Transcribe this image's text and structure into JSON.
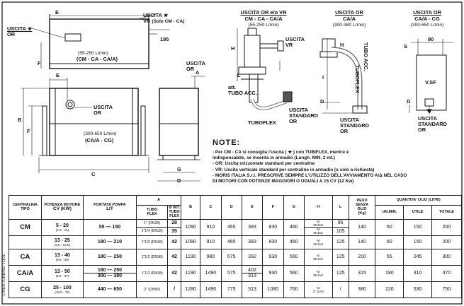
{
  "drawing": {
    "labels": {
      "uscita_or_left": "USCITA ★\nOR",
      "uscita_vr": "USCITA ★\nVR",
      "vr_note": "(Solo CM - CA)",
      "dim_195": "195",
      "flow_top": "(55-250 L/min)",
      "flow_top_models": "(CM - CA - CA/A)",
      "uscita_or_right_side": "USCITA\nOR",
      "uscita_or_front": "USCITA\nOR",
      "flow_bottom": "(300-650 L/min)",
      "flow_bottom_models": "(CA/A - CG)",
      "E": "E",
      "F": "F",
      "A": "A",
      "B": "B",
      "C": "C",
      "G": "G",
      "D": "D",
      "H": "H",
      "I": "I",
      "L": "L"
    },
    "details": [
      {
        "title": "USCITA OR e/o VR",
        "models": "CM - CA - CA/A",
        "range": "(55-250 L/min)"
      },
      {
        "title": "USCITA OR",
        "models": "CA/A",
        "range": "(300-380 L/min)"
      },
      {
        "title": "USCITA OR",
        "models": "CA/A - CG",
        "range": "(300-650 L/min)"
      }
    ],
    "detail_labels": {
      "h_and_l": "H",
      "att_tubo": "att.\nTUBO ACC.",
      "tuboflex": "TUBOFLEX",
      "uscita_standard_or": "USCITA\nSTANDARD\nOR",
      "uscita_vr": "USCITA\nVR",
      "tubo_acc": "TUBO ACC.",
      "tubo_flex": "TUBOFLEX",
      "dim_90": "90",
      "vsf": "V.SF",
      "S": "S",
      "d": "D"
    }
  },
  "notes": {
    "title": "NOTE:",
    "lines": [
      "- Per CM - CA si consiglia l'uscita ( ★ ) con TUBIFLEX, mentre è",
      "  indispensabile, se inserita in armadio (Lungh. MIN. 2 mt.)",
      "- OR: Uscita orizzontale standard per centraline",
      "- VR: Uscita verticale standard per centraline in armadio (o solo a richiesta)",
      "- MORIS ITALIA S.r.l. PRESCRIVE SEMPRE L'UTILIZZO DELL'AVVIAMENTO A/Δ NEL CASO",
      "  DI MOTORI CON POTENZE MAGGIORI O UGUALI A 15 CV (12 Kw)"
    ]
  },
  "table": {
    "side_label": "LINEA TUBBING TOOL",
    "headers": {
      "centralina": "CENTRALINA\nTIPO",
      "potenza": "POTENZA MOTORE\nCV (KW)",
      "portata": "PORTATA POMPA\nLIT",
      "A": "A",
      "tubo_flex": "TUBO\nFLEX",
      "fi_int": "Ø INT.\nTUBO\nFLEX",
      "B": "B",
      "C": "C",
      "D": "D",
      "E": "E",
      "F": "F",
      "G": "G",
      "H": "H",
      "L": "L",
      "peso": "PESO\nSENZA\nOLIO\n(Kg)",
      "quantita": "QUANTITA' OLIO (LITRI)",
      "un_min": "UN.MIN.",
      "utile": "UTILE",
      "totale": "TOTALE"
    },
    "rows": [
      {
        "tipo": "CM",
        "cv": "5 - 20",
        "kw": "(4.5 - 15)",
        "port": "55  —  150",
        "tubo": "1\" (DN25)",
        "fi": "28",
        "B": "1090",
        "C": "910",
        "D": "465",
        "E": "383",
        "F": "830",
        "G": "460",
        "H": "M\nM16x2",
        "L": "95",
        "peso": "140",
        "min": "60",
        "utile": "150",
        "tot": "200"
      },
      {
        "tipo": "",
        "cv": "",
        "kw": "",
        "port": "",
        "tubo": "1\"1/4 (DN32)",
        "fi": "35",
        "B": "",
        "C": "",
        "D": "",
        "E": "",
        "F": "",
        "G": "",
        "H": "M\nM16x2",
        "L": "105",
        "peso": "",
        "min": "",
        "utile": "",
        "tot": ""
      },
      {
        "tipo": "",
        "cv": "13 - 25",
        "kw": "(9.5 - 18.5)",
        "port": "180  —  210",
        "tubo": "1\"1/2 (DN38)",
        "fi": "42",
        "B": "1090",
        "C": "910",
        "D": "465",
        "E": "383",
        "F": "830",
        "G": "460",
        "H": "M\nM12x2",
        "L": "125",
        "peso": "140",
        "min": "60",
        "utile": "150",
        "tot": "200"
      },
      {
        "tipo": "CA",
        "cv": "13 - 40",
        "kw": "(9.5 - 30)",
        "port": "180  —  250",
        "tubo": "1\"1/2 (DN38)",
        "fi": "42",
        "B": "1190",
        "C": "980",
        "D": "575",
        "E": "392",
        "F": "930",
        "G": "560",
        "H": "M\nM12x2",
        "L": "125",
        "peso": "200",
        "min": "55",
        "utile": "245",
        "tot": "300"
      },
      {
        "tipo": "CA/A",
        "cv": "13 - 50",
        "kw": "(9.5 - 37)",
        "port": "180  —  250",
        "port2": "300  —  380",
        "tubo": "1\"1/2 (DN38)",
        "fi": "42",
        "B": "1190",
        "C": "1490",
        "D": "575",
        "E": "402",
        "E2": "313",
        "F": "930",
        "G": "560",
        "H": "M\nM12x2",
        "L": "125",
        "peso": "315",
        "min": "180",
        "utile": "310",
        "tot": "470"
      },
      {
        "tipo": "CG",
        "cv": "25 - 100",
        "kw": "(18.5 - 75)",
        "port": "440  —  650",
        "tubo": "2\" (DN50)",
        "fi": "/",
        "B": "1280",
        "C": "1490",
        "D": "775",
        "E": "313",
        "F": "1080",
        "G": "760",
        "H": "M\n2\" GAS",
        "L": "/",
        "peso": "380",
        "min": "220",
        "utile": "530",
        "tot": "750"
      }
    ]
  }
}
